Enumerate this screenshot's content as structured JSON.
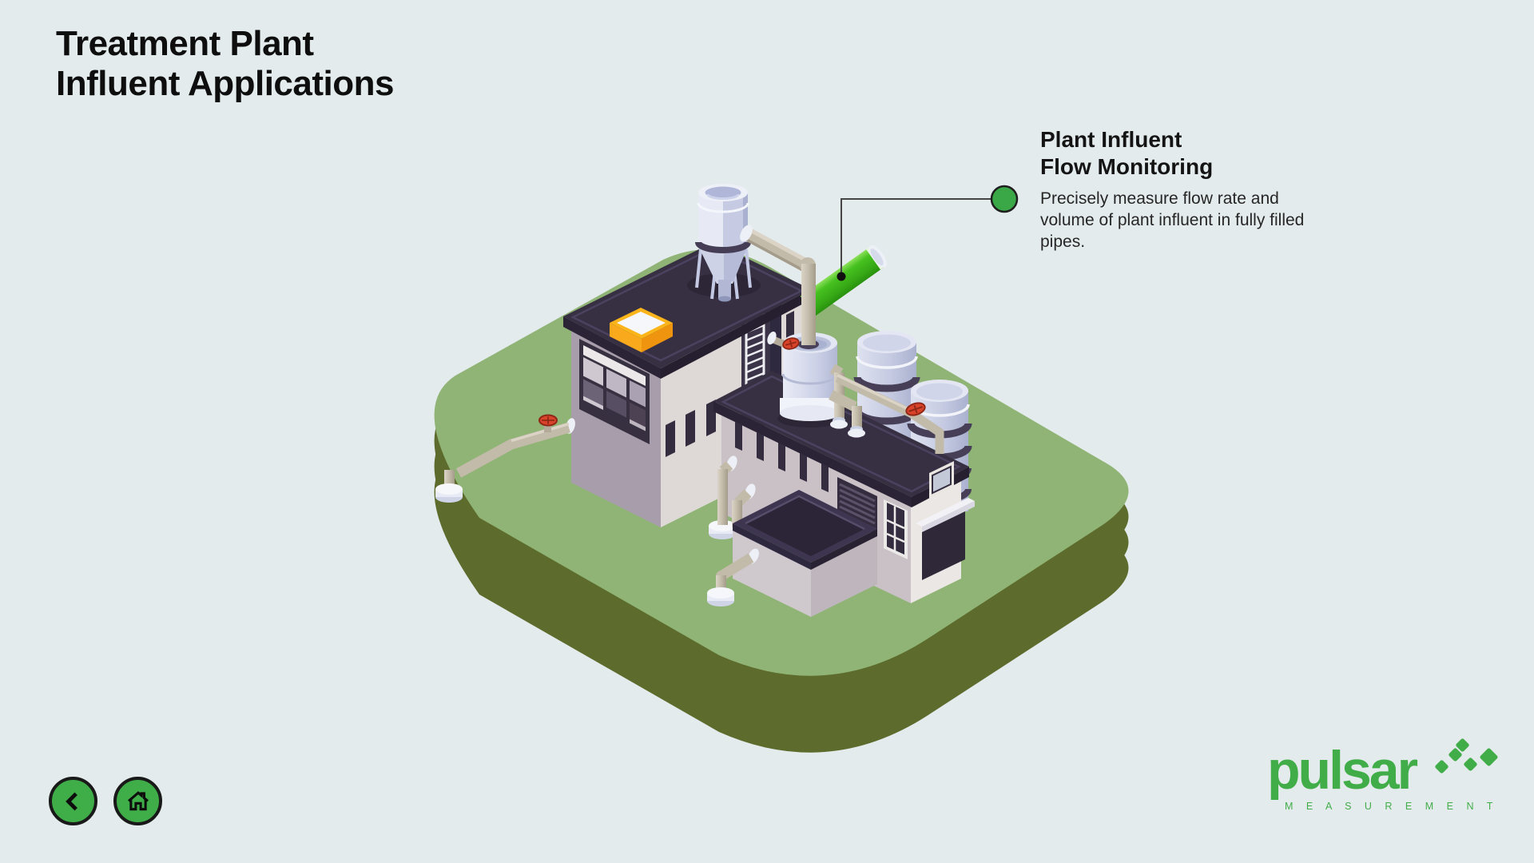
{
  "page": {
    "background": "#e4ebed"
  },
  "title": {
    "line1": "Treatment Plant",
    "line2": "Influent Applications"
  },
  "callout": {
    "heading_line1": "Plant Influent",
    "heading_line2": "Flow Monitoring",
    "body": "Precisely measure flow rate and volume of plant influent in fully filled pipes.",
    "marker_color": "#3aa846"
  },
  "nav": {
    "button_color": "#3fae49",
    "back_icon": "chevron-left-icon",
    "home_icon": "home-icon"
  },
  "logo": {
    "brand": "pulsar",
    "subtitle": "M E A S U R E M E N T",
    "color": "#41ad49",
    "mark_icon": "pulsar-diamonds"
  },
  "illustration": {
    "description": "Isometric wastewater treatment plant on a rounded green platform",
    "highlight_color": "#3eb91d",
    "parts": [
      "green-platform",
      "control-building-with-skylight",
      "rooftop-silo-hopper",
      "green-influent-pipe",
      "scrubber-tank",
      "storage-tanks",
      "process-building",
      "open-basin-building",
      "service-pipes-and-valves"
    ]
  }
}
